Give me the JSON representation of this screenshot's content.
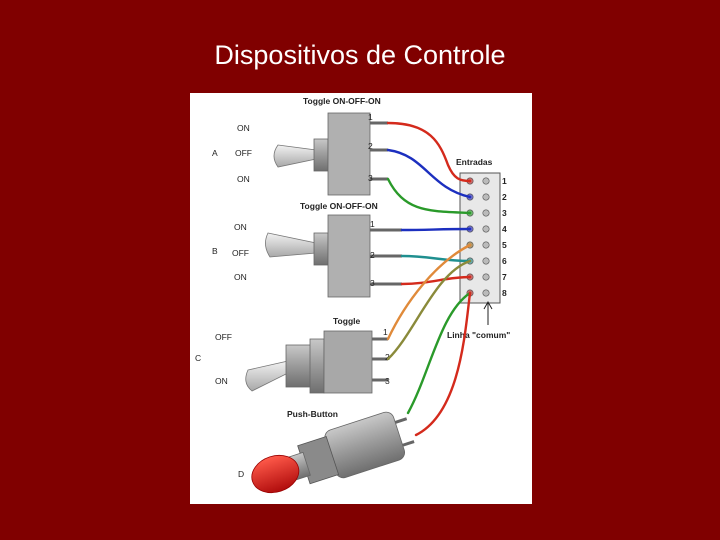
{
  "slide": {
    "title": "Dispositivos de Controle"
  },
  "diagram": {
    "switch_a": {
      "title": "Toggle ON-OFF-ON",
      "letter": "A",
      "pos_top": "ON",
      "pos_mid": "OFF",
      "pos_bot": "ON",
      "pins": [
        "1",
        "2",
        "3"
      ]
    },
    "switch_b": {
      "title": "Toggle ON-OFF-ON",
      "letter": "B",
      "pos_top": "ON",
      "pos_mid": "OFF",
      "pos_bot": "ON",
      "pins": [
        "1",
        "2",
        "3"
      ]
    },
    "switch_c": {
      "title": "Toggle",
      "letter": "C",
      "pos_top": "OFF",
      "pos_bot": "ON",
      "pins": [
        "1",
        "2",
        "3"
      ]
    },
    "push_button": {
      "title": "Push-Button",
      "letter": "D"
    },
    "terminal": {
      "title": "Entradas",
      "numbers": [
        "1",
        "2",
        "3",
        "4",
        "5",
        "6",
        "7",
        "8"
      ],
      "common_label": "Linha \"comum\""
    },
    "colors": {
      "red": "#d42a1c",
      "blue": "#1c2fbf",
      "green": "#2a9a2a",
      "teal": "#1f8f8f",
      "orange": "#e08a3a",
      "olive": "#8a8a3a",
      "button": "#e01818"
    }
  }
}
